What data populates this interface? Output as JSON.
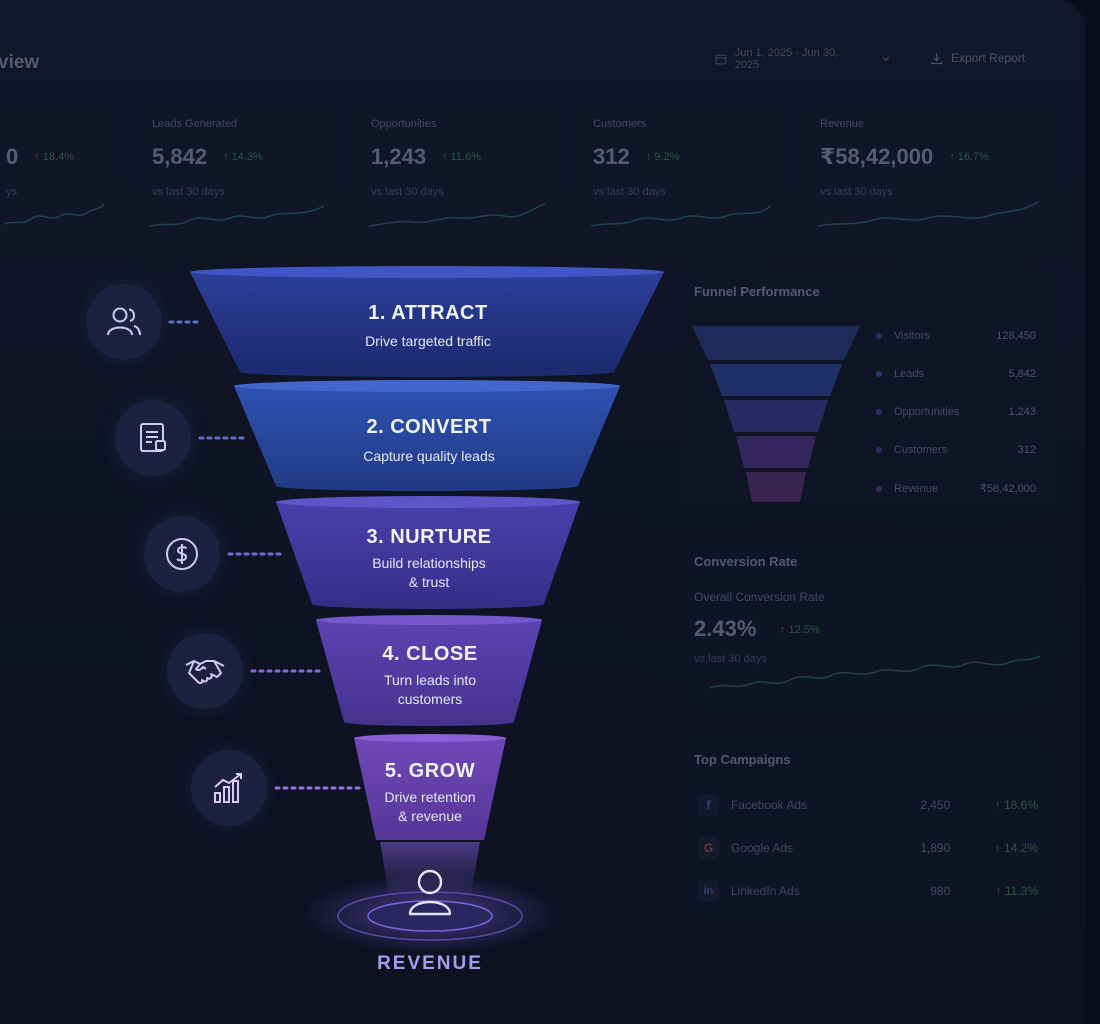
{
  "header": {
    "title": "view",
    "date_range": "Jun 1, 2025 - Jun 30, 2025",
    "export_label": "Export Report"
  },
  "kpis": [
    {
      "label": "",
      "value": "0",
      "change": "↑ 18.4%",
      "sub": "ys"
    },
    {
      "label": "Leads Generated",
      "value": "5,842",
      "change": "↑ 14.3%",
      "sub": "vs last 30 days"
    },
    {
      "label": "Opportunities",
      "value": "1,243",
      "change": "↑ 11.6%",
      "sub": "vs last 30 days"
    },
    {
      "label": "Customers",
      "value": "312",
      "change": "↑ 9.2%",
      "sub": "vs last 30 days"
    },
    {
      "label": "Revenue",
      "value": "₹58,42,000",
      "change": "↑ 16.7%",
      "sub": "vs last 30 days"
    }
  ],
  "funnel": {
    "stages": [
      {
        "title": "1. ATTRACT",
        "desc": [
          "Drive targeted traffic"
        ],
        "icon": "users-icon"
      },
      {
        "title": "2. CONVERT",
        "desc": [
          "Capture quality leads"
        ],
        "icon": "form-icon"
      },
      {
        "title": "3. NURTURE",
        "desc": [
          "Build relationships",
          "& trust"
        ],
        "icon": "dollar-icon"
      },
      {
        "title": "4. CLOSE",
        "desc": [
          "Turn leads into",
          "customers"
        ],
        "icon": "handshake-icon"
      },
      {
        "title": "5. GROW",
        "desc": [
          "Drive retention",
          "& revenue"
        ],
        "icon": "growth-chart-icon"
      }
    ],
    "bottom_label": "REVENUE",
    "colors": {
      "stage1": "#2a3b8c",
      "stage2": "#2d4aa8",
      "stage3": "#4a3aa6",
      "stage4": "#5a3da8",
      "stage5": "#6b43b0"
    }
  },
  "funnel_performance": {
    "title": "Funnel Performance",
    "rows": [
      {
        "label": "Visitors",
        "value": "128,450",
        "color": "#2f4aa0"
      },
      {
        "label": "Leads",
        "value": "5,842",
        "color": "#3656b8"
      },
      {
        "label": "Opportunities",
        "value": "1,243",
        "color": "#4d3fa8"
      },
      {
        "label": "Customers",
        "value": "312",
        "color": "#5b3a9e"
      },
      {
        "label": "Revenue",
        "value": "₹58,42,000",
        "color": "#6a3a8a"
      }
    ]
  },
  "conversion": {
    "title": "Conversion Rate",
    "subtitle": "Overall Conversion Rate",
    "value": "2.43%",
    "change": "↑ 12.5%",
    "sub": "vs last 30 days"
  },
  "campaigns": {
    "title": "Top Campaigns",
    "rows": [
      {
        "icon": "f",
        "name": "Facebook Ads",
        "value": "2,450",
        "change": "↑ 18.6%"
      },
      {
        "icon": "G",
        "name": "Google Ads",
        "value": "1,890",
        "change": "↑ 14.2%"
      },
      {
        "icon": "in",
        "name": "LinkedIn Ads",
        "value": "980",
        "change": "↑ 11.3%"
      }
    ]
  }
}
